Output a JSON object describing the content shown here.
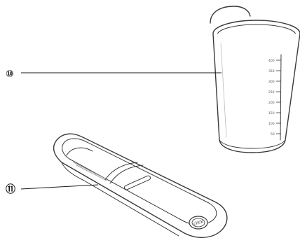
{
  "callouts": [
    {
      "number": "⑩"
    },
    {
      "number": "⑪"
    }
  ],
  "measuring_cup": {
    "scale_labels": [
      "400",
      "350",
      "300",
      "250",
      "200",
      "150",
      "100",
      "50"
    ]
  },
  "scoop": {
    "button_label": "click"
  }
}
